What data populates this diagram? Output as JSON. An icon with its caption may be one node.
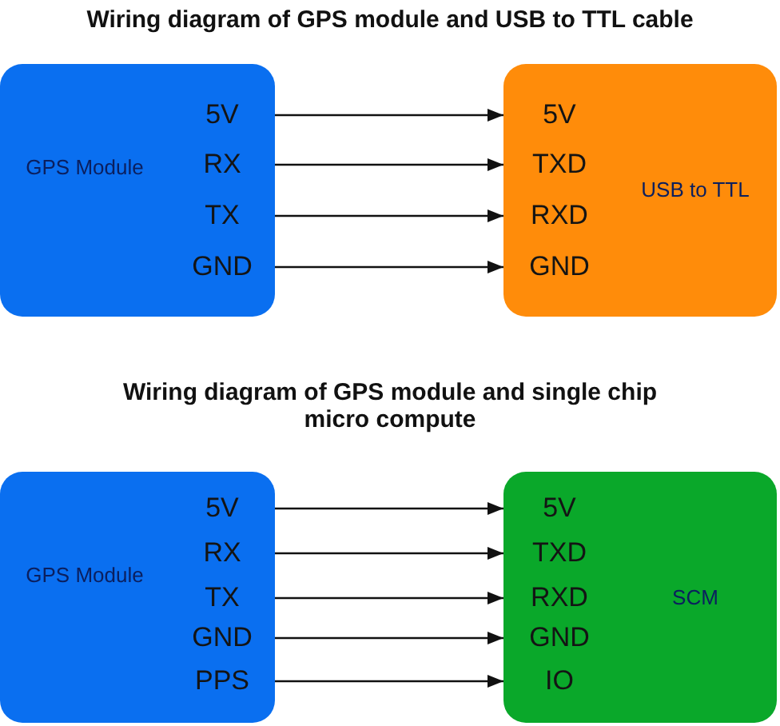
{
  "diagram": {
    "title": "Wiring diagram of GPS module and USB to TTL cable",
    "nodes": [
      {
        "text": [
          "GPS Module"
        ]
      },
      {
        "text": [
          "5V"
        ],
        "in": 0
      },
      {
        "text": [
          "RX"
        ],
        "in": 0
      },
      {
        "text": [
          "TX"
        ],
        "in": 0
      },
      {
        "text": [
          "GND"
        ],
        "in": 0
      },
      {
        "text": [
          "USB to TTL"
        ]
      },
      {
        "text": [
          "5V"
        ],
        "in": 5
      },
      {
        "text": [
          "TXD"
        ],
        "in": 5
      },
      {
        "text": [
          "RXD"
        ],
        "in": 5
      },
      {
        "text": [
          "GND"
        ],
        "in": 5
      },
      {
        "text": [
          "GPS Module"
        ]
      },
      {
        "text": [
          "5V"
        ],
        "in": 10
      },
      {
        "text": [
          "RX"
        ],
        "in": 10
      },
      {
        "text": [
          "TX"
        ],
        "in": 10
      },
      {
        "text": [
          "GND"
        ],
        "in": 10
      },
      {
        "text": [
          "PPS"
        ],
        "in": 10
      },
      {
        "text": [
          "SCM"
        ]
      },
      {
        "text": [
          "5V"
        ],
        "in": 16
      },
      {
        "text": [
          "TXD"
        ],
        "in": 16
      },
      {
        "text": [
          "RXD"
        ],
        "in": 16
      },
      {
        "text": [
          "GND"
        ],
        "in": 16
      },
      {
        "text": [
          "IO"
        ],
        "in": 16
      }
    ],
    "edges": [
      {
        "from": 1,
        "to": 6,
        "arrow": "to"
      },
      {
        "from": 2,
        "to": 7,
        "arrow": "to"
      },
      {
        "from": 3,
        "to": 8,
        "arrow": "to"
      },
      {
        "from": 4,
        "to": 9,
        "arrow": "to"
      },
      {
        "from": 11,
        "to": 17,
        "arrow": "to"
      },
      {
        "from": 12,
        "to": 18,
        "arrow": "to"
      },
      {
        "from": 13,
        "to": 19,
        "arrow": "to"
      },
      {
        "from": 14,
        "to": 20,
        "arrow": "to"
      },
      {
        "from": 15,
        "to": 21,
        "arrow": "to"
      }
    ],
    "labels": [
      "Wiring diagram of GPS module and single chip micro compute"
    ]
  }
}
